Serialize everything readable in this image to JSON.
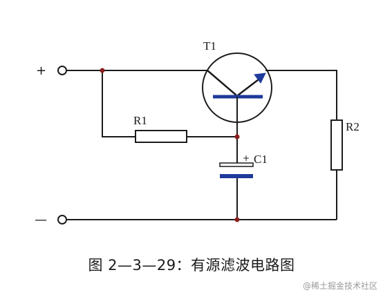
{
  "diagram": {
    "terminals": {
      "positive": "+",
      "negative": "—"
    },
    "components": {
      "transistor": "T1",
      "resistor_1": "R1",
      "resistor_2": "R2",
      "capacitor": "C1"
    },
    "colors": {
      "wire": "#1a1a1a",
      "junction": "#8b1e1e",
      "transistor_accent": "#1f3a9a",
      "capacitor_plate": "#1f3a9a"
    }
  },
  "caption": "图 2—3—29：有源滤波电路图",
  "watermark": "@稀土掘金技术社区"
}
